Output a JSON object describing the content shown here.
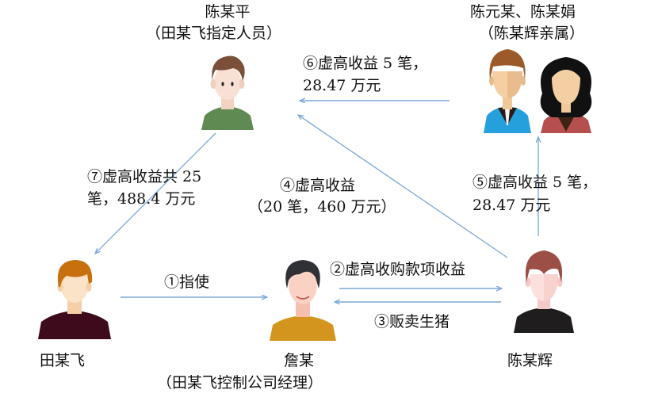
{
  "colors": {
    "arrow": "#7aa7d8",
    "background": "#ffffff",
    "text": "#111111"
  },
  "nodes": {
    "chen_mou_ping": {
      "name": "陈某平",
      "role": "（田某飞指定人员）",
      "icon": "man-green-shirt-avatar"
    },
    "relatives": {
      "name": "陈元某、陈某娟",
      "role": "（陈某辉亲属）",
      "icon": "man-and-woman-avatars"
    },
    "tian_mou_fei": {
      "name": "田某飞",
      "icon": "man-orange-hair-avatar"
    },
    "zhan_mou": {
      "name": "詹某",
      "role": "（田某飞控制公司经理）",
      "icon": "man-yellow-shirt-avatar"
    },
    "chen_mou_hui": {
      "name": "陈某辉",
      "icon": "man-black-shirt-avatar"
    }
  },
  "edges": [
    {
      "id": 1,
      "label": "①指使",
      "from": "田某飞",
      "to": "詹某"
    },
    {
      "id": 2,
      "label": "②虚高收购款项收益",
      "from": "詹某",
      "to": "陈某辉"
    },
    {
      "id": 3,
      "label": "③贩卖生猪",
      "from": "陈某辉",
      "to": "詹某"
    },
    {
      "id": 4,
      "label_line1": "④虚高收益",
      "label_line2": "（20 笔，460 万元）",
      "from": "陈某辉",
      "to": "陈某平"
    },
    {
      "id": 5,
      "label_line1": "⑤虚高收益 5 笔，",
      "label_line2": "28.47 万元",
      "from": "陈某辉",
      "to": "陈元某、陈某娟"
    },
    {
      "id": 6,
      "label_line1": "⑥虚高收益 5 笔，",
      "label_line2": "28.47 万元",
      "from": "陈元某、陈某娟",
      "to": "陈某平"
    },
    {
      "id": 7,
      "label_line1": "⑦虚高收益共 25",
      "label_line2": "笔，488.4 万元",
      "from": "陈某平",
      "to": "田某飞"
    }
  ]
}
